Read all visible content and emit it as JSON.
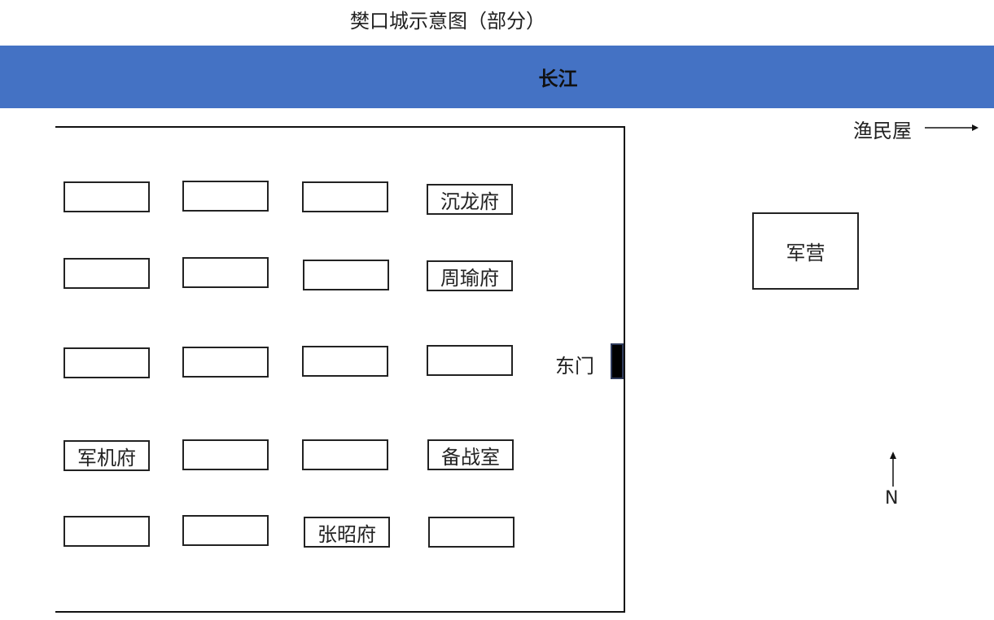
{
  "title": "樊口城示意图（部分）",
  "river": {
    "label": "长江"
  },
  "gate": {
    "label": "东门"
  },
  "outside": {
    "fisher_label": "渔民屋",
    "camp_label": "军营",
    "north_label": "N"
  },
  "houses": {
    "r1c1": "",
    "r1c2": "",
    "r1c3": "",
    "r1c4": "沉龙府",
    "r2c1": "",
    "r2c2": "",
    "r2c3": "",
    "r2c4": "周瑜府",
    "r3c1": "",
    "r3c2": "",
    "r3c3": "",
    "r3c4": "",
    "r4c1": "军机府",
    "r4c2": "",
    "r4c3": "",
    "r4c4": "备战室",
    "r5c1": "",
    "r5c2": "",
    "r5c3": "张昭府",
    "r5c4": ""
  },
  "colors": {
    "river": "#4472c4",
    "wall": "#111111",
    "gate": "#000000"
  }
}
